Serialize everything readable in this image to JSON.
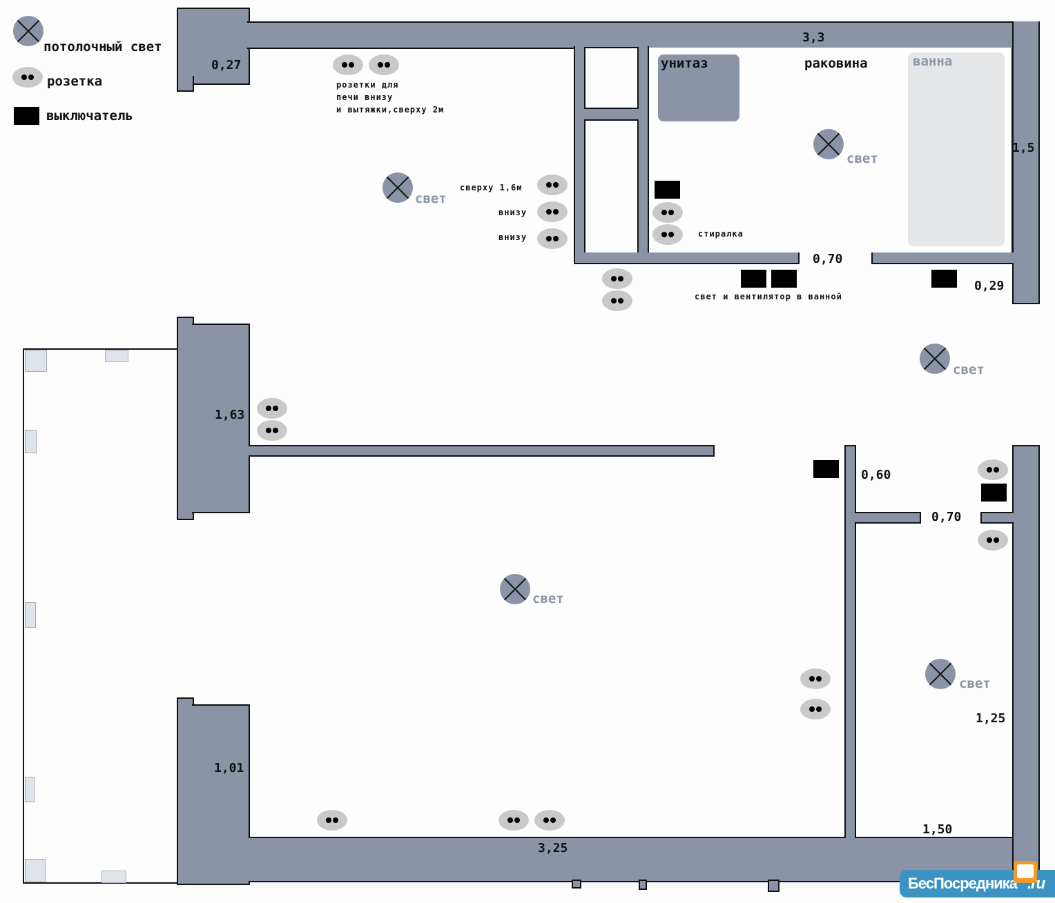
{
  "legend": {
    "ceiling_light": "потолочный свет",
    "outlet": "розетка",
    "switch": "выключатель"
  },
  "fixtures": {
    "toilet": "унитаз",
    "sink": "раковина",
    "bath": "ванна",
    "washer": "стиралка"
  },
  "notes": {
    "stove_outlets": [
      "розетки для",
      "печи внизу",
      "и вытяжки,сверху 2м"
    ],
    "top_16": "сверху 1,6м",
    "bottom_1": "внизу",
    "bottom_2": "внизу",
    "bath_switches": "свет и вентилятор в ванной"
  },
  "light_label": "свет",
  "dimensions": {
    "top": "3,3",
    "left_top": "0,27",
    "bath_right": "1,5",
    "bath_door": "0,70",
    "right_small": "0,29",
    "left_mid": "1,63",
    "left_bottom": "1,01",
    "bottom": "3,25",
    "hall": "0,60",
    "room_door": "0,70",
    "room_right": "1,25",
    "room_bottom": "1,50"
  },
  "logo": {
    "text": "БесПосредника",
    "suffix": ".ru"
  },
  "colors": {
    "wall": "#8a94a6",
    "outlet": "#c9c9c9",
    "bath": "#e6e7e9"
  }
}
